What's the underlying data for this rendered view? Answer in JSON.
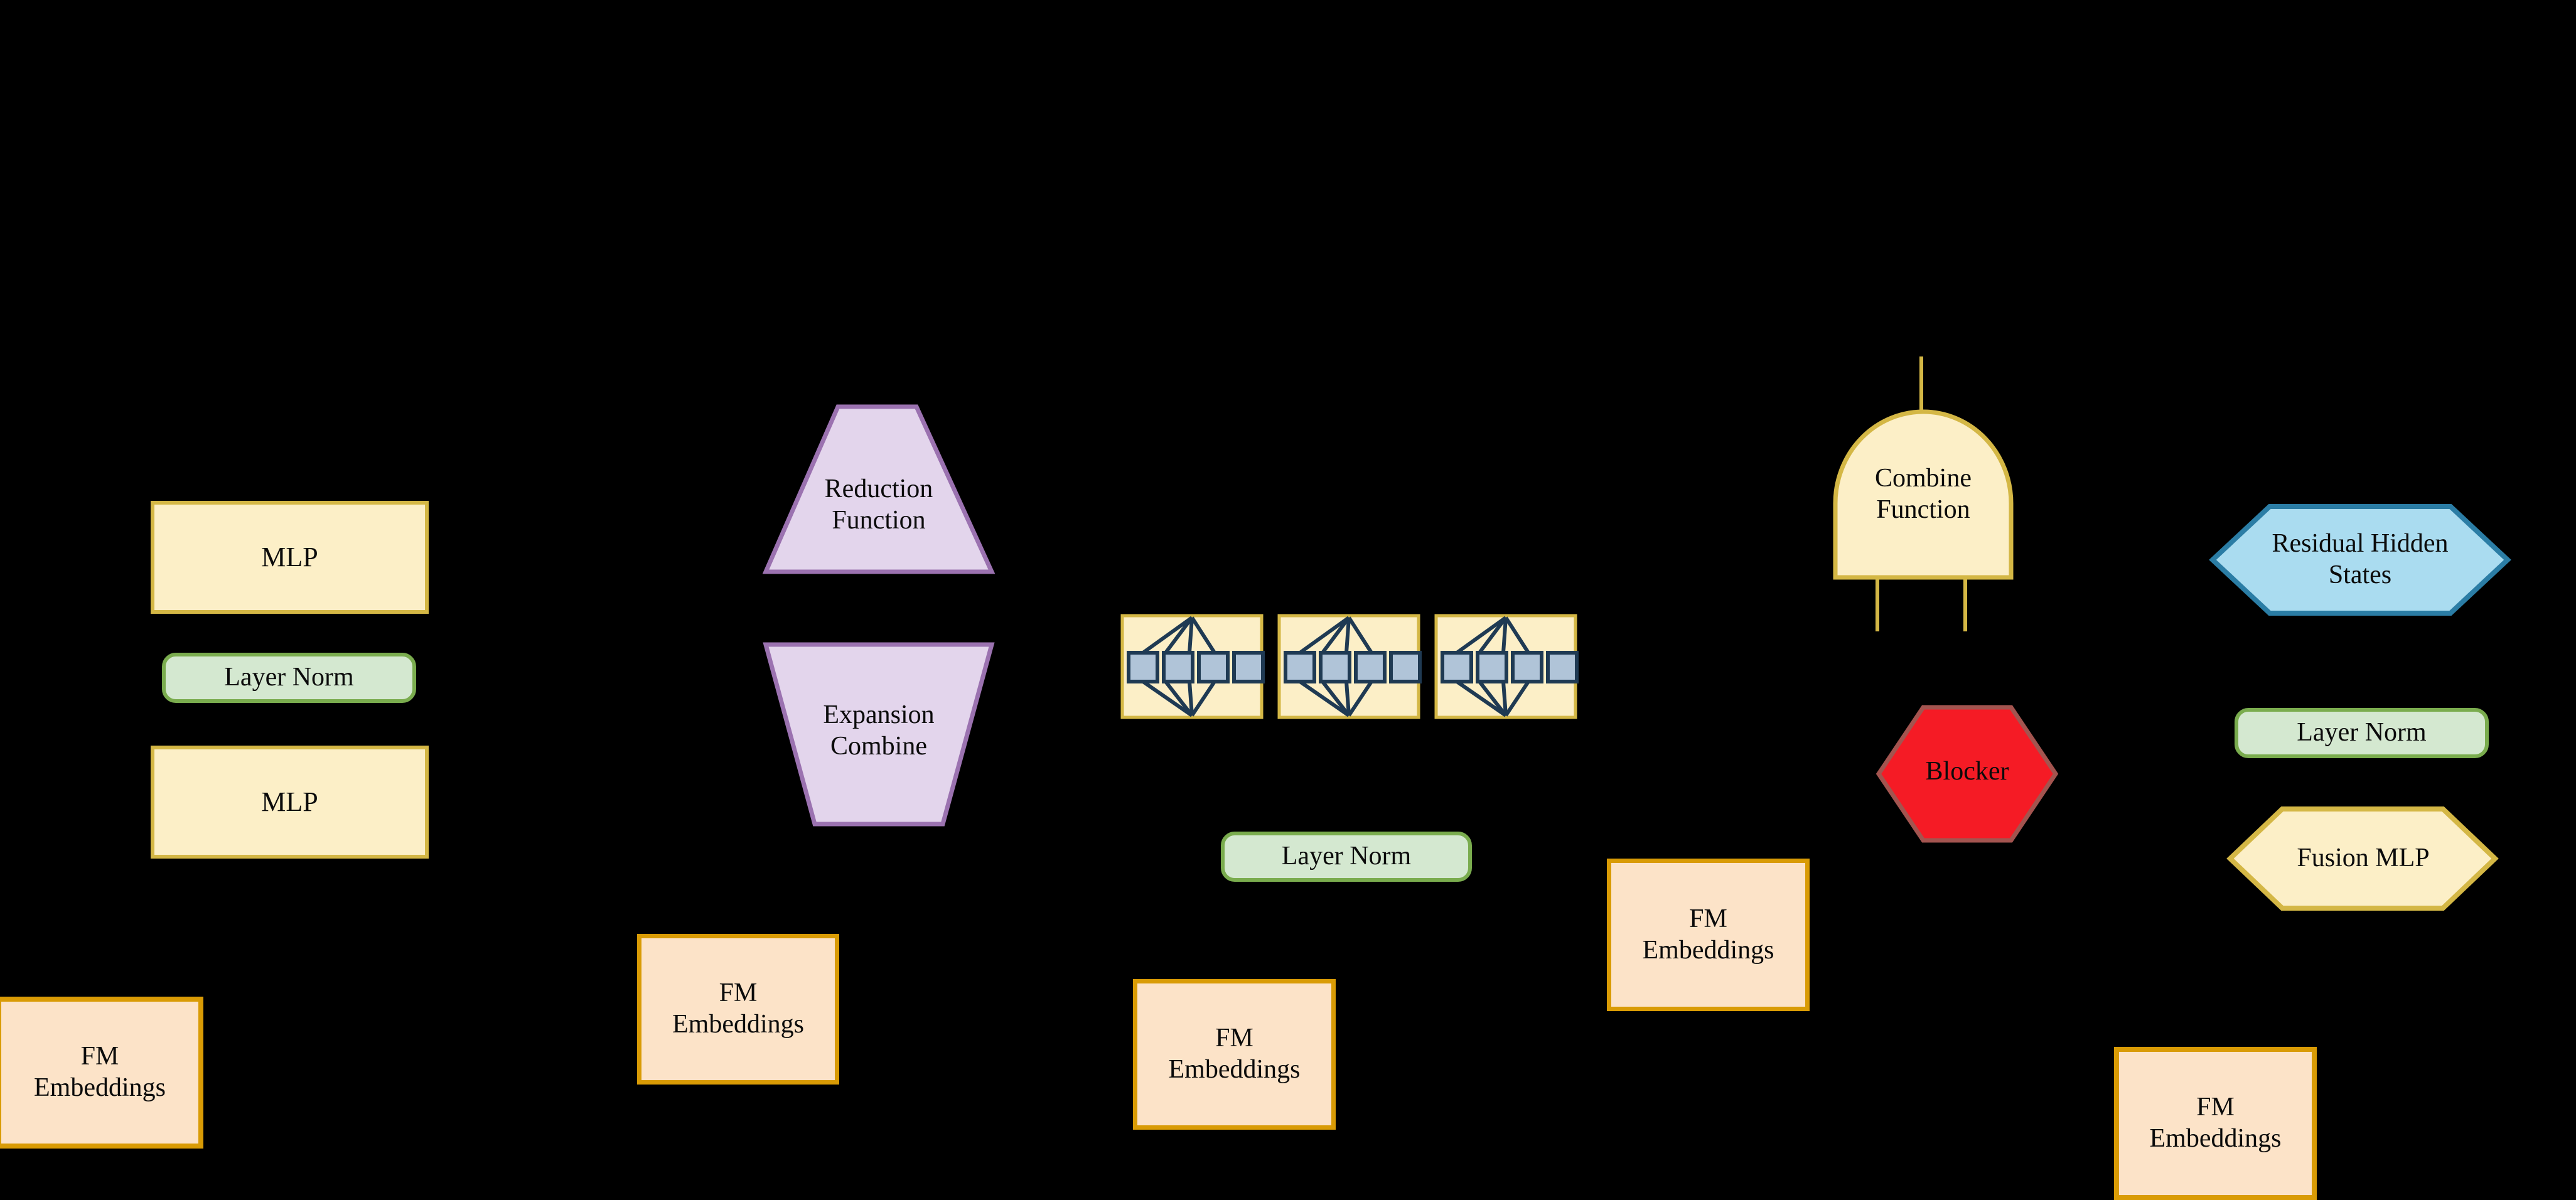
{
  "diagram": {
    "background_color": "#000000",
    "groups": [
      {
        "id": "mlp-stack",
        "nodes": [
          {
            "id": "mlp-top",
            "label": "MLP",
            "shape": "rect"
          },
          {
            "id": "layernorm-1",
            "label": "Layer Norm",
            "shape": "rounded-rect"
          },
          {
            "id": "mlp-bottom",
            "label": "MLP",
            "shape": "rect"
          },
          {
            "id": "fm-embeddings-1",
            "label": "FM\nEmbeddings",
            "shape": "rect"
          }
        ]
      },
      {
        "id": "reduction-expansion",
        "nodes": [
          {
            "id": "reduction-function",
            "label": "Reduction\nFunction",
            "shape": "trapezoid-narrow-top"
          },
          {
            "id": "expansion-combine",
            "label": "Expansion\nCombine",
            "shape": "trapezoid-wide-top"
          },
          {
            "id": "fm-embeddings-2",
            "label": "FM\nEmbeddings",
            "shape": "rect"
          }
        ]
      },
      {
        "id": "graph-nodes",
        "nodes": [
          {
            "id": "graph-block-1",
            "label": "",
            "shape": "graph-box",
            "cells": 4
          },
          {
            "id": "graph-block-2",
            "label": "",
            "shape": "graph-box",
            "cells": 4
          },
          {
            "id": "graph-block-3",
            "label": "",
            "shape": "graph-box",
            "cells": 4
          },
          {
            "id": "layernorm-2",
            "label": "Layer Norm",
            "shape": "rounded-rect"
          },
          {
            "id": "fm-embeddings-3",
            "label": "FM\nEmbeddings",
            "shape": "rect"
          }
        ]
      },
      {
        "id": "combine-blocker",
        "nodes": [
          {
            "id": "combine-function",
            "label": "Combine\nFunction",
            "shape": "dome"
          },
          {
            "id": "blocker",
            "label": "Blocker",
            "shape": "hexagon"
          },
          {
            "id": "fm-embeddings-4",
            "label": "FM\nEmbeddings",
            "shape": "rect"
          }
        ]
      },
      {
        "id": "residual-fusion",
        "nodes": [
          {
            "id": "residual-hidden-states",
            "label": "Residual Hidden\nStates",
            "shape": "hexagon"
          },
          {
            "id": "layernorm-3",
            "label": "Layer Norm",
            "shape": "rounded-rect"
          },
          {
            "id": "fusion-mlp",
            "label": "Fusion MLP",
            "shape": "hexagon"
          },
          {
            "id": "fm-embeddings-5",
            "label": "FM\nEmbeddings",
            "shape": "rect"
          }
        ]
      }
    ],
    "labels": {
      "mlp": "MLP",
      "layer_norm": "Layer Norm",
      "fm_embeddings": "FM\nEmbeddings",
      "reduction_function": "Reduction\nFunction",
      "expansion_combine": "Expansion\nCombine",
      "combine_function": "Combine\nFunction",
      "blocker": "Blocker",
      "residual_hidden_states": "Residual Hidden\nStates",
      "fusion_mlp": "Fusion MLP"
    },
    "colors": {
      "mlp_fill": "#fcefc7",
      "mlp_stroke": "#d4b745",
      "fm_fill": "#fce3c8",
      "fm_stroke": "#d99b05",
      "layernorm_fill": "#d4e8d0",
      "layernorm_stroke": "#7aac4e",
      "trapezoid_fill": "#e3d5ec",
      "trapezoid_stroke": "#9b72b0",
      "blocker_fill": "#f51b25",
      "blocker_stroke": "#a3544f",
      "residual_fill": "#aadcf0",
      "residual_stroke": "#2b7da5",
      "graph_cell_fill": "#b0c4d8",
      "graph_cell_stroke": "#1f3a53",
      "connector": "#d4b745",
      "edge": "#000000",
      "text": "#0b0b0b"
    }
  }
}
